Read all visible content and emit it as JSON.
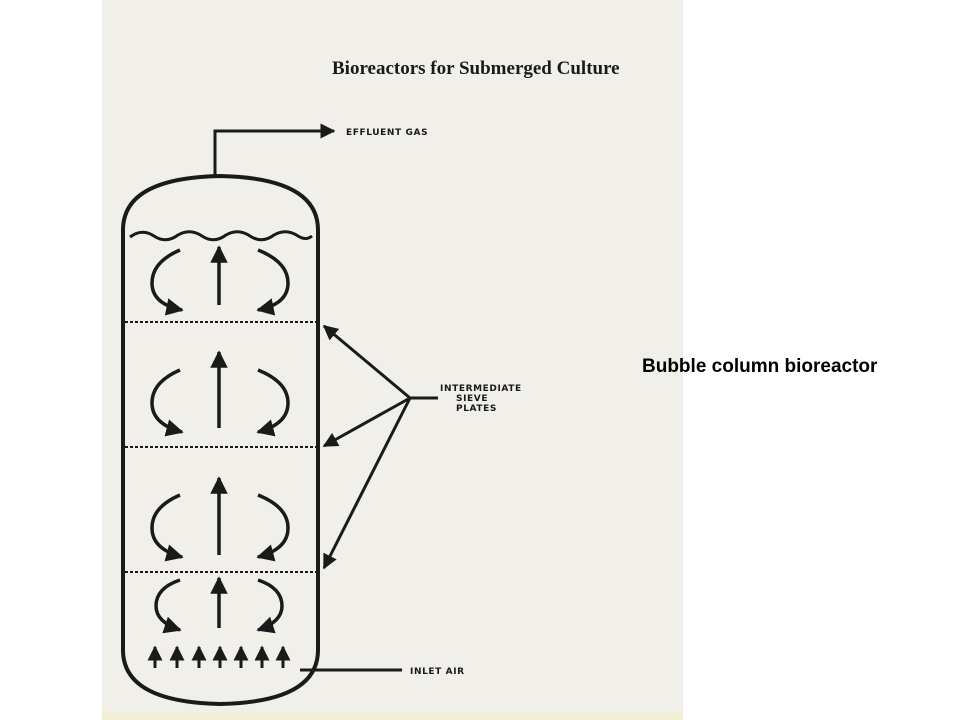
{
  "book_title": "Bioreactors for Submerged Culture",
  "caption": "Bubble column bioreactor",
  "labels": {
    "effluent_gas": "EFFLUENT GAS",
    "intermediate_sieve_plates": [
      "INTERMEDIATE",
      "SIEVE",
      "PLATES"
    ],
    "inlet_air": "INLET AIR"
  },
  "stages": 4,
  "inlet_arrows": 7,
  "colors": {
    "scan_background": "#f1efe9",
    "ink": "#1a1a1a",
    "caption_text": "#000000"
  }
}
